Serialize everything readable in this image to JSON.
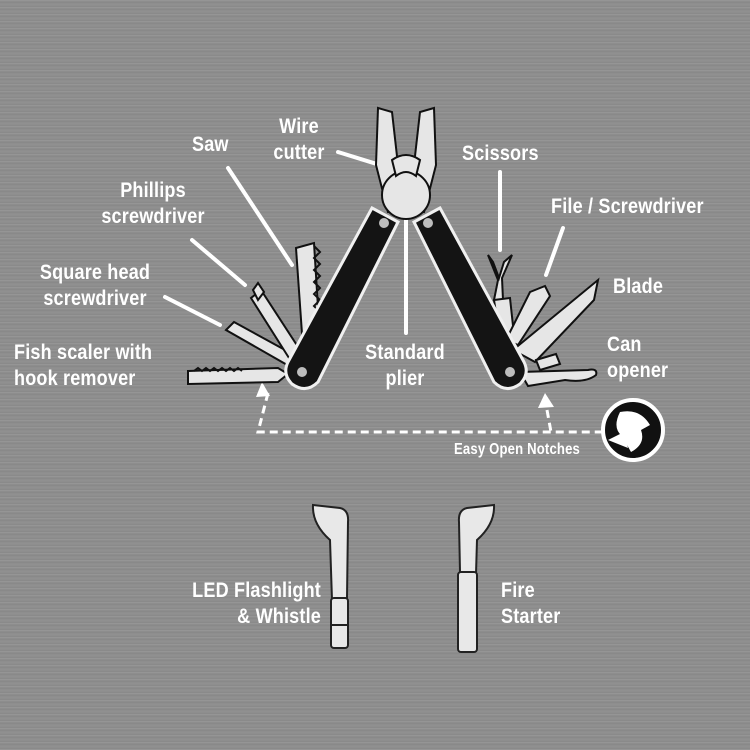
{
  "labels": {
    "saw": [
      "Saw"
    ],
    "wire_cutter": [
      "Wire",
      "cutter"
    ],
    "scissors": [
      "Scissors"
    ],
    "file_screwdriver": [
      "File / Screwdriver"
    ],
    "phillips": [
      "Phillips",
      "screwdriver"
    ],
    "square_head": [
      "Square head",
      "screwdriver"
    ],
    "blade": [
      "Blade"
    ],
    "fish_scaler": [
      "Fish scaler with",
      "hook remover"
    ],
    "standard_plier": [
      "Standard",
      "plier"
    ],
    "can_opener": [
      "Can",
      "opener"
    ],
    "easy_open_notches": [
      "Easy Open Notches"
    ],
    "led_flashlight": [
      "LED Flashlight",
      "& Whistle"
    ],
    "fire_starter": [
      "Fire",
      "Starter"
    ]
  },
  "colors": {
    "background": "#8d8d8d",
    "label_text": "#ffffff",
    "handle": "#141414",
    "tool_fill": "#e6e6e6",
    "leader_line": "#ffffff"
  },
  "icons": [
    "multitool-illustration",
    "notch-detail-icon",
    "flashlight-whistle-icon",
    "fire-starter-icon"
  ]
}
